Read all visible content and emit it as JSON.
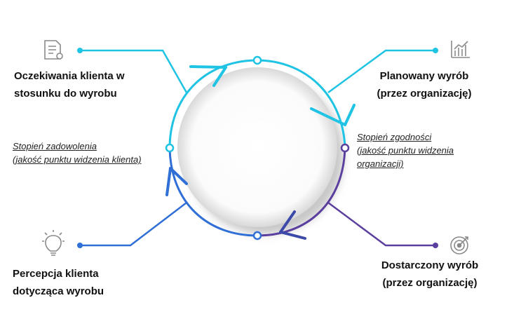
{
  "nodes": {
    "top_left": {
      "lines": [
        "Oczekiwania klienta w",
        "stosunku do wyrobu"
      ],
      "icon": "document-icon",
      "color": "#1fc3e3"
    },
    "top_right": {
      "lines": [
        "Planowany wyrób",
        "(przez organizację)"
      ],
      "icon": "bar-chart-icon",
      "color": "#1fc3e3"
    },
    "bottom_left": {
      "lines": [
        "Percepcja klienta",
        "dotycząca wyrobu"
      ],
      "icon": "lightbulb-icon",
      "color": "#2f6fd6"
    },
    "bottom_right": {
      "lines": [
        "Dostarczony wyrób",
        "(przez organizację)"
      ],
      "icon": "target-icon",
      "color": "#5a3f9e"
    }
  },
  "notes": {
    "left": [
      "Stopień zadowolenia",
      "(jakość punktu widzenia klienta)"
    ],
    "right": [
      "Stopień zgodności",
      "(jakość punktu widzenia",
      "organizacji)"
    ]
  },
  "colors": {
    "cyan": "#1fc3e3",
    "blue": "#2f6fd6",
    "purple": "#5a3f9e",
    "icon_gray": "#8a8a8a"
  }
}
